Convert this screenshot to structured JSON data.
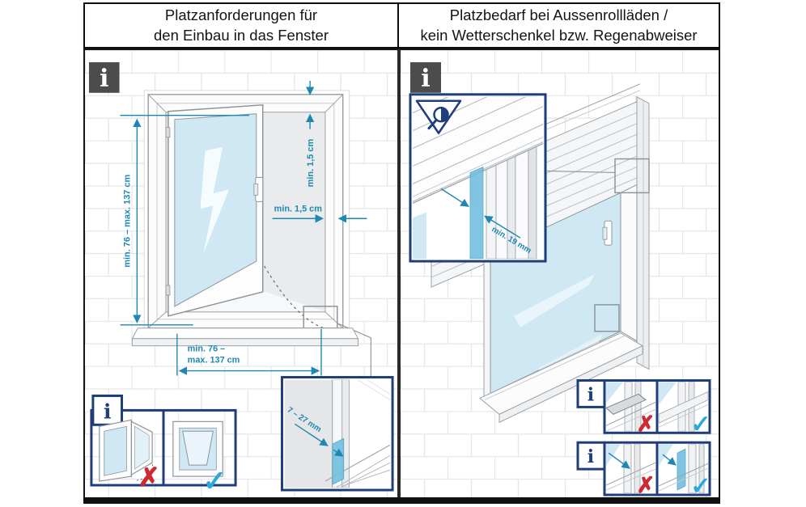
{
  "headers": {
    "left": {
      "line1": "Platzanforderungen für",
      "line2": "den Einbau in das Fenster"
    },
    "right": {
      "line1": "Platzbedarf bei Aussenrollläden /",
      "line2": "kein Wetterschenkel bzw. Regenabweiser"
    }
  },
  "marks": {
    "cross": "✗",
    "check": "✓",
    "info": "i"
  },
  "left_panel": {
    "info_icon": "i",
    "height_label": "min. 76 – max. 137 cm",
    "top_clearance_label": "min. 1,5 cm",
    "side_clearance_label": "min. 1,5 cm",
    "width_label_line1": "min. 76 –",
    "width_label_line2": "max. 137 cm",
    "gap_label": "7 – 27 mm",
    "inset_info_icon": "i"
  },
  "right_panel": {
    "info_icon": "i",
    "detail_depth_label": "min. 19 mm",
    "inset_top_info_icon": "i",
    "inset_bottom_info_icon": "i"
  },
  "colors": {
    "dimension_teal": "#1e87b2",
    "inset_border_blue": "#1e3d7b",
    "cross_red": "#cd2a31",
    "check_cyan": "#29a9db",
    "glass_blue": "#cfe8f4",
    "strip_blue": "#6fbddd",
    "info_icon_bg": "#4c4c4c",
    "frame_outline": "#9aa1a7"
  }
}
